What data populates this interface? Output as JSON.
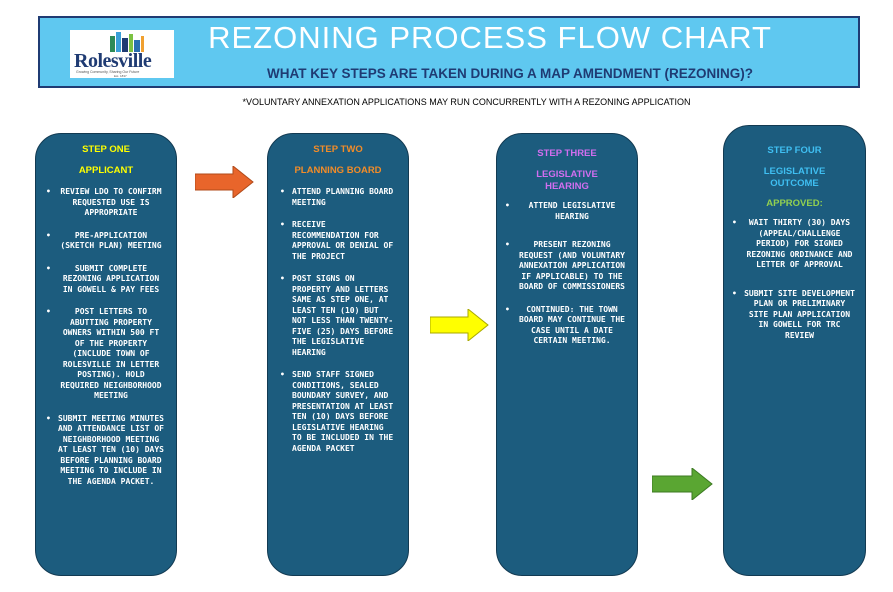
{
  "header": {
    "logo_text": "Rolesville",
    "logo_tagline": "Growing Community, Sharing Our Future",
    "logo_est": "Est. 1837",
    "title": "REZONING PROCESS FLOW CHART",
    "subtitle": "WHAT KEY STEPS ARE TAKEN DURING A MAP AMENDMENT (REZONING)?"
  },
  "note": "*VOLUNTARY ANNEXATION APPLICATIONS MAY RUN CONCURRENTLY WITH A REZONING APPLICATION",
  "colors": {
    "banner": "#5fc8f0",
    "box": "#1c5c7e",
    "step1_label": "#ffff00",
    "step2_label": "#f28c28",
    "step3_label": "#d26ef0",
    "step4_label": "#3fbff2",
    "approved_label": "#92d050",
    "arrow1": "#e8652b",
    "arrow2": "#ffff00",
    "arrow3": "#5aa632"
  },
  "steps": [
    {
      "title": "STEP ONE",
      "subtitle": "APPLICANT",
      "items": [
        "Review LDO to confirm requested use is appropriate",
        "Pre-application (sketch plan) meeting",
        "Submit complete rezoning application in GoWell & pay fees",
        "Post letters to abutting property owners within 500 ft of the property (include Town of Rolesville in letter posting). Hold required neighborhood meeting",
        "Submit meeting minutes and attendance list of neighborhood meeting at least ten (10) days before Planning Board meeting to include in the agenda packet."
      ]
    },
    {
      "title": "STEP TWO",
      "subtitle": "PLANNING BOARD",
      "items": [
        "Attend Planning Board meeting",
        "Receive recommendation for approval or denial of the project",
        "Post signs on property and letters same as step one, at least ten (10) but not less than twenty-five (25) days before the legislative hearing",
        "Send staff signed conditions, sealed boundary survey, and presentation at least ten (10) days before legislative hearing to be included in the agenda packet"
      ]
    },
    {
      "title": "STEP THREE",
      "subtitle_line1": "LEGISLATIVE",
      "subtitle_line2": "HEARING",
      "items": [
        "Attend legislative hearing",
        "Present rezoning request (and voluntary annexation application if applicable)  to the Board of Commissioners",
        "Continued: The Town Board may continue the case until a date certain meeting."
      ]
    },
    {
      "title": "STEP FOUR",
      "subtitle_line1": "LEGISLATIVE",
      "subtitle_line2": "OUTCOME",
      "approved": "APPROVED:",
      "items": [
        "Wait thirty (30) days (appeal/challenge period) for signed rezoning ordinance and letter of approval",
        "Submit site development plan or preliminary site plan application in GoWell for TRC review"
      ]
    }
  ]
}
